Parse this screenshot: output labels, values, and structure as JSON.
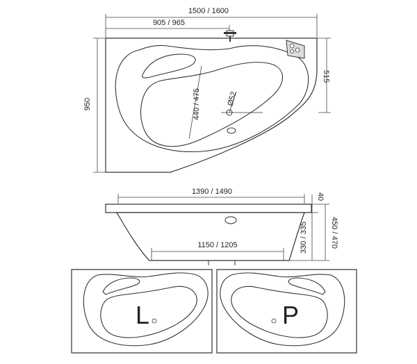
{
  "top_view": {
    "overall_length": "1500 / 1600",
    "tap_offset": "905 / 965",
    "width": "950",
    "short_side": "515",
    "inner_depth": "440 / 475",
    "drain_diameter": "Ø52"
  },
  "side_view": {
    "rim_length": "1390 / 1490",
    "rim_thickness": "40",
    "bottom_length": "1150 / 1205",
    "inner_height": "330 / 335",
    "total_height": "450 / 470"
  },
  "variants": {
    "left_label": "L",
    "right_label": "P"
  }
}
